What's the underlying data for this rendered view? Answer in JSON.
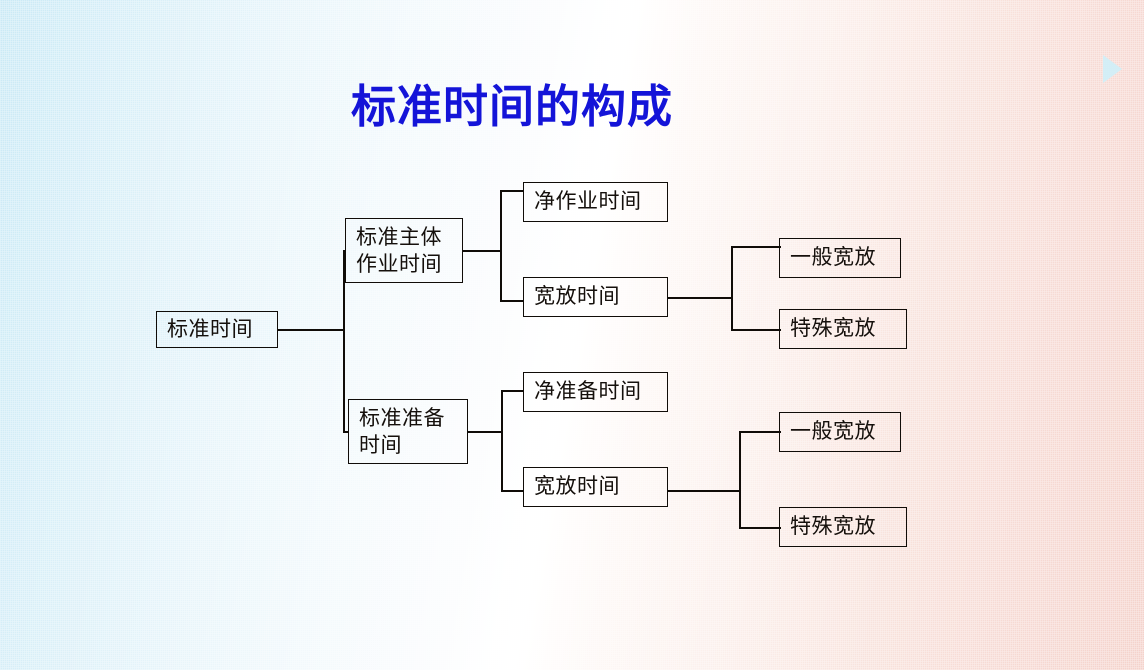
{
  "slide": {
    "title": "标准时间的构成",
    "title_color": "#1414d8",
    "background": {
      "left_color": "#c9e9f5",
      "center_color": "#ffffff",
      "right_color": "#f4d2cb"
    },
    "nav_arrow": "play-next-arrow"
  },
  "diagram": {
    "type": "tree",
    "orientation": "left-to-right",
    "line_color": "#100c08",
    "nodes": {
      "root": "标准时间",
      "level2": [
        "标准主体\n作业时间",
        "标准准备\n时间"
      ],
      "level2_lines": [
        [
          "标准主体",
          "作业时间"
        ],
        [
          "标准准备",
          "时间"
        ]
      ],
      "level3_top": [
        "净作业时间",
        "宽放时间"
      ],
      "level3_bottom": [
        "净准备时间",
        "宽放时间"
      ],
      "level4_top": [
        "一般宽放",
        "特殊宽放"
      ],
      "level4_bottom": [
        "一般宽放",
        "特殊宽放"
      ]
    }
  }
}
